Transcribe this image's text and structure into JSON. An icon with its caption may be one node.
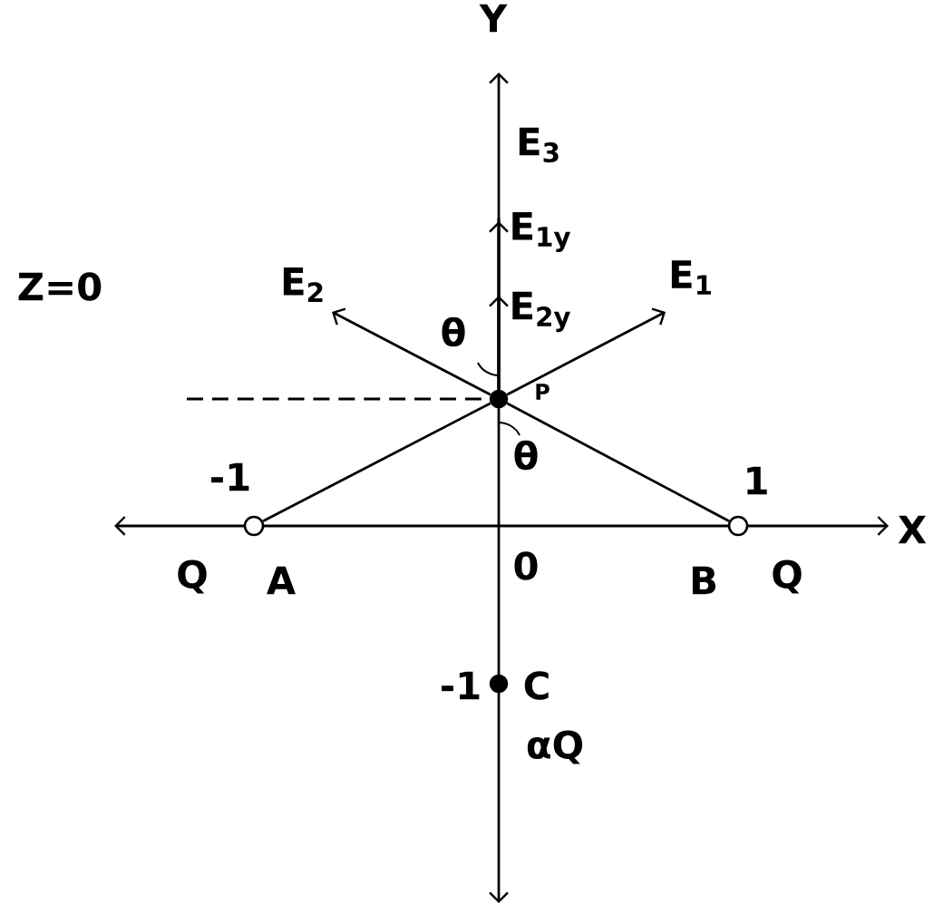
{
  "diagram": {
    "nodes": [
      {
        "text": [],
        "shape": "circle",
        "beside": [
          "P"
        ]
      },
      {
        "text": [],
        "shape": "circle",
        "beside": [
          "-1",
          "Q",
          "A"
        ]
      },
      {
        "text": [],
        "shape": "circle",
        "beside": [
          "1",
          "B",
          "Q"
        ]
      },
      {
        "text": [],
        "shape": "circle",
        "beside": [
          "-1",
          "C",
          "αQ"
        ]
      }
    ],
    "edges": [
      {
        "from": 1,
        "to": 0,
        "arrow": "none"
      },
      {
        "from": 2,
        "to": 0,
        "arrow": "none"
      },
      {
        "from": 0,
        "to": null,
        "arrow": "to",
        "label": "E$_{1}$"
      },
      {
        "from": 0,
        "to": null,
        "arrow": "to",
        "label": "E$_{2}$"
      },
      {
        "from": 0,
        "to": null,
        "arrow": "to",
        "label": "E$_{2y}$"
      },
      {
        "from": 0,
        "to": null,
        "arrow": "to",
        "label": "E$_{1y}$"
      },
      {
        "from": 0,
        "to": null,
        "arrow": "to",
        "label": "E$_{3}$"
      },
      {
        "from": null,
        "to": 0,
        "arrow": "none",
        "style": "dashed"
      }
    ],
    "labels": [
      "Y",
      "Z=0",
      "θ",
      "θ",
      "X",
      "0"
    ]
  }
}
